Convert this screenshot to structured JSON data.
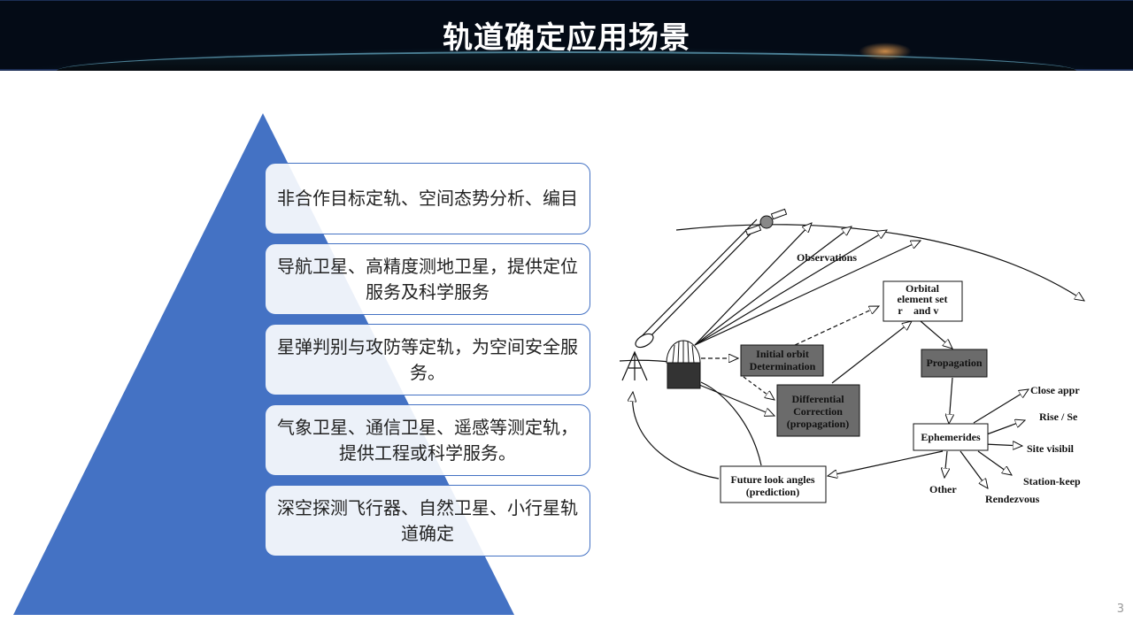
{
  "header": {
    "title": "轨道确定应用场景"
  },
  "pyramid": {
    "items": [
      "非合作目标定轨、空间态势分析、编目",
      "导航卫星、高精度测地卫星，提供定位服务及科学服务",
      "星弹判别与攻防等定轨，为空间安全服务。",
      "气象卫星、通信卫星、遥感等测定轨，提供工程或科学服务。",
      "深空探测飞行器、自然卫星、小行星轨道确定"
    ],
    "color": "#4472c4"
  },
  "diagram": {
    "observations": "Observations",
    "orbital_1": "Orbital",
    "orbital_2": "element set",
    "orbital_3": "r⃗ and v⃗",
    "iod_1": "Initial orbit",
    "iod_2": "Determination",
    "dc_1": "Differential",
    "dc_2": "Correction",
    "dc_3": "(propagation)",
    "propagation": "Propagation",
    "ephemerides": "Ephemerides",
    "future_1": "Future look angles",
    "future_2": "(prediction)",
    "out_close": "Close appr",
    "out_rise": "Rise / Se",
    "out_site": "Site visibil",
    "out_station": "Station-keep",
    "out_rendezvous": "Rendezvous",
    "out_other": "Other"
  },
  "page_number": "3"
}
